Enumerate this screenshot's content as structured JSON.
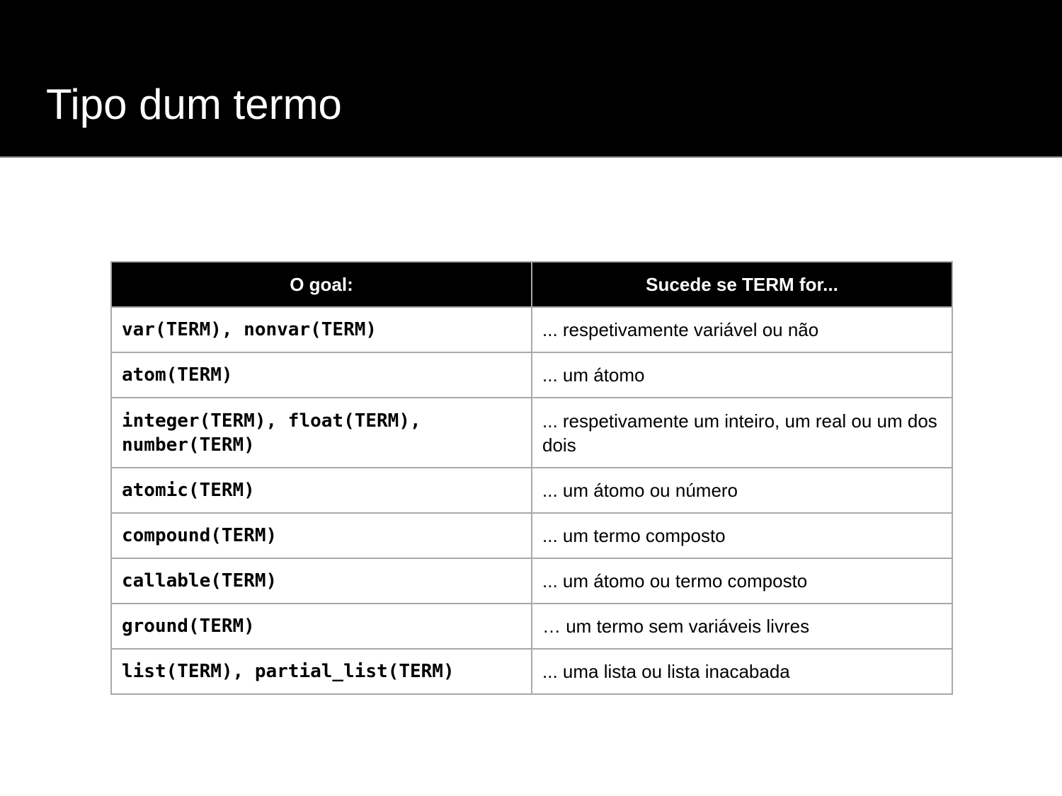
{
  "slide": {
    "title": "Tipo dum termo"
  },
  "table": {
    "headers": [
      "O goal:",
      "Sucede se TERM for..."
    ],
    "rows": [
      {
        "goal": "var(TERM), nonvar(TERM)",
        "description": "... respetivamente variável ou não"
      },
      {
        "goal": "atom(TERM)",
        "description": "... um átomo"
      },
      {
        "goal": "integer(TERM), float(TERM), number(TERM)",
        "description": "... respetivamente um inteiro, um real ou um dos dois"
      },
      {
        "goal": "atomic(TERM)",
        "description": "... um átomo ou número"
      },
      {
        "goal": "compound(TERM)",
        "description": "... um termo composto"
      },
      {
        "goal": "callable(TERM)",
        "description": "... um átomo ou termo composto"
      },
      {
        "goal": "ground(TERM)",
        "description": "… um termo sem variáveis livres"
      },
      {
        "goal": "list(TERM), partial_list(TERM)",
        "description": "... uma lista ou lista inacabada"
      }
    ]
  },
  "colors": {
    "title_bar": "#000000",
    "title_text": "#ffffff",
    "header_bg": "#000000",
    "header_text": "#ffffff",
    "grid_lines": "#a9a9a9",
    "body_text": "#000000"
  }
}
